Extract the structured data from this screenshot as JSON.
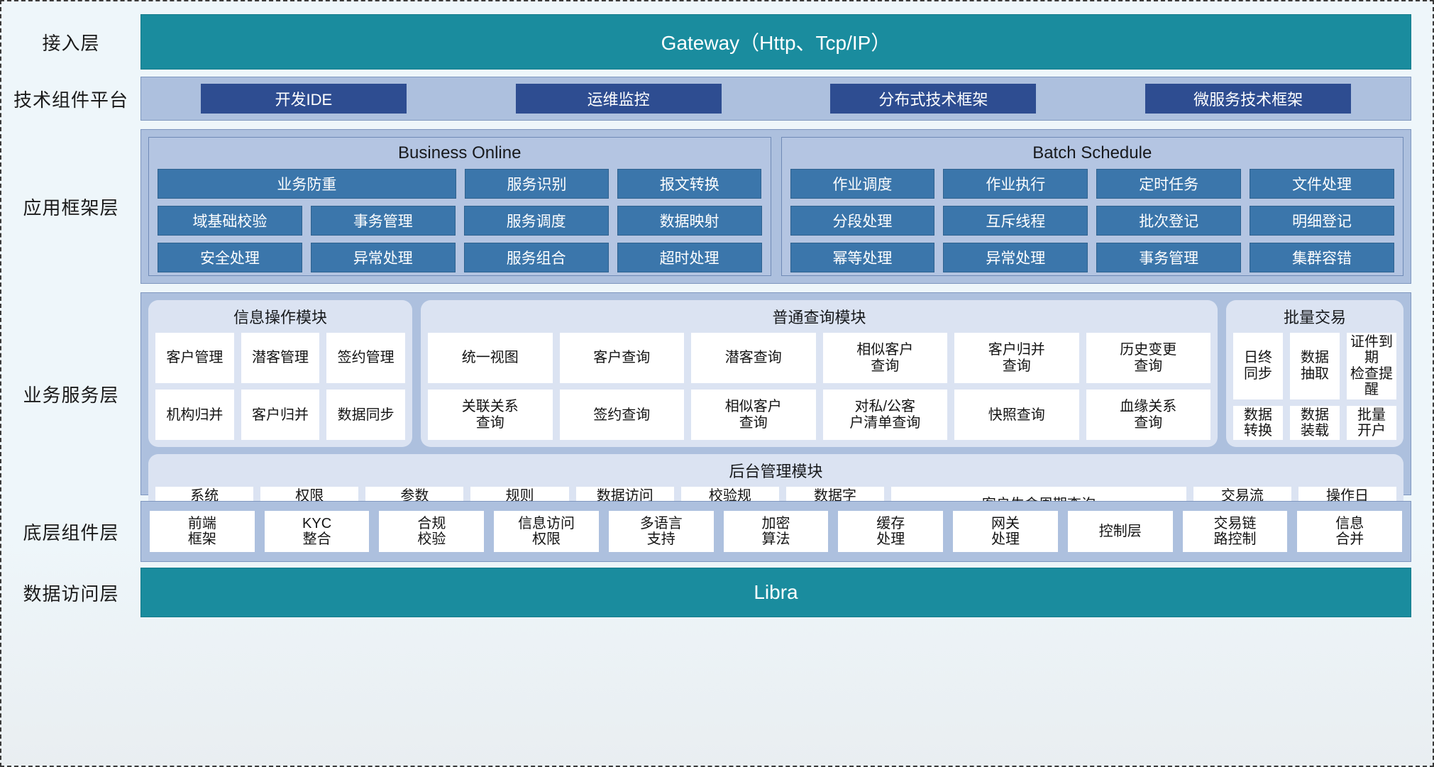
{
  "layers": [
    {
      "label": "接入层"
    },
    {
      "label": "技术组件平台"
    },
    {
      "label": "应用框架层"
    },
    {
      "label": "业务服务层"
    },
    {
      "label": "底层组件层"
    },
    {
      "label": "数据访问层"
    }
  ],
  "gateway": {
    "label": "Gateway（Http、Tcp/IP）"
  },
  "data_access": {
    "label": "Libra"
  },
  "tech_platform": {
    "chips": [
      "开发IDE",
      "运维监控",
      "分布式技术框架",
      "微服务技术框架"
    ]
  },
  "app_framework": {
    "groups": [
      {
        "title": "Business Online",
        "rows": [
          [
            {
              "label": "业务防重",
              "span": 2
            },
            {
              "label": "服务识别"
            },
            {
              "label": "报文转换"
            }
          ],
          [
            {
              "label": "域基础校验"
            },
            {
              "label": "事务管理"
            },
            {
              "label": "服务调度"
            },
            {
              "label": "数据映射"
            }
          ],
          [
            {
              "label": "安全处理"
            },
            {
              "label": "异常处理"
            },
            {
              "label": "服务组合"
            },
            {
              "label": "超时处理"
            }
          ]
        ]
      },
      {
        "title": "Batch Schedule",
        "rows": [
          [
            {
              "label": "作业调度"
            },
            {
              "label": "作业执行"
            },
            {
              "label": "定时任务"
            },
            {
              "label": "文件处理"
            }
          ],
          [
            {
              "label": "分段处理"
            },
            {
              "label": "互斥线程"
            },
            {
              "label": "批次登记"
            },
            {
              "label": "明细登记"
            }
          ],
          [
            {
              "label": "幂等处理"
            },
            {
              "label": "异常处理"
            },
            {
              "label": "事务管理"
            },
            {
              "label": "集群容错"
            }
          ]
        ]
      }
    ]
  },
  "business_service": {
    "top_modules": [
      {
        "title": "信息操作模块",
        "rows": [
          [
            {
              "label": "客户管理"
            },
            {
              "label": "潜客管理"
            },
            {
              "label": "签约管理"
            }
          ],
          [
            {
              "label": "机构归并"
            },
            {
              "label": "客户归并"
            },
            {
              "label": "数据同步"
            }
          ]
        ]
      },
      {
        "title": "普通查询模块",
        "rows": [
          [
            {
              "label": "统一视图"
            },
            {
              "label": "客户查询"
            },
            {
              "label": "潜客查询"
            },
            {
              "label": "相似客户\n查询"
            },
            {
              "label": "客户归并\n查询"
            },
            {
              "label": "历史变更\n查询"
            }
          ],
          [
            {
              "label": "关联关系\n查询"
            },
            {
              "label": "签约查询"
            },
            {
              "label": "相似客户\n查询"
            },
            {
              "label": "对私/公客\n户清单查询"
            },
            {
              "label": "快照查询"
            },
            {
              "label": "血缘关系\n查询"
            }
          ]
        ]
      },
      {
        "title": "批量交易",
        "rows": [
          [
            {
              "label": "日终\n同步"
            },
            {
              "label": "数据\n抽取"
            },
            {
              "label": "证件到期\n检查提醒"
            }
          ],
          [
            {
              "label": "数据\n转换"
            },
            {
              "label": "数据\n装载"
            },
            {
              "label": "批量\n开户"
            }
          ]
        ]
      }
    ],
    "admin_module": {
      "title": "后台管理模块",
      "cells": [
        {
          "label": "系统\n管理"
        },
        {
          "label": "权限\n管理"
        },
        {
          "label": "参数\n管理"
        },
        {
          "label": "规则\n配置"
        },
        {
          "label": "数据访问\n控制"
        },
        {
          "label": "校验规\n则管理"
        },
        {
          "label": "数据字\n典管理"
        },
        {
          "label": "客户生命周期查询",
          "wide": true
        },
        {
          "label": "交易流\n水查询"
        },
        {
          "label": "操作日\n志查询"
        }
      ]
    }
  },
  "bottom_components": {
    "cells": [
      "前端\n框架",
      "KYC\n整合",
      "合规\n校验",
      "信息访问\n权限",
      "多语言\n支持",
      "加密\n算法",
      "缓存\n处理",
      "网关\n处理",
      "控制层",
      "交易链\n路控制",
      "信息\n合并"
    ]
  }
}
